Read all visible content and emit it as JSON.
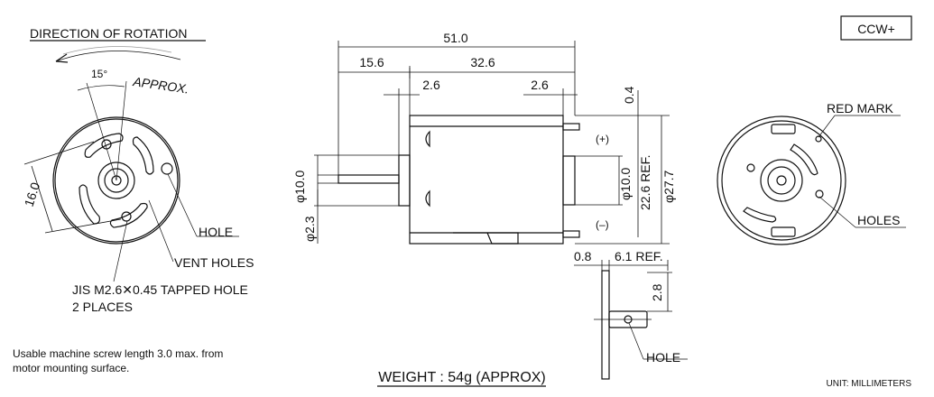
{
  "badge": "CCW+",
  "left_view": {
    "title": "DIRECTION OF ROTATION",
    "angle": "15°",
    "approx": "APPROX.",
    "dim_16": "16.0",
    "hole": "HOLE",
    "vent_holes": "VENT HOLES",
    "tapped_hole": "JIS M2.6✕0.45 TAPPED HOLE",
    "places": "2 PLACES"
  },
  "center_view": {
    "dim_total": "51.0",
    "dim_shaft": "15.6",
    "dim_body": "32.6",
    "dim_left_boss": "2.6",
    "dim_right_boss": "2.6",
    "dim_0_4": "0.4",
    "plus": "(+)",
    "minus": "(–)",
    "phi10_left": "φ10.0",
    "phi2_3": "φ2.3",
    "phi10_right": "φ10.0",
    "ref22_6": "22.6 REF.",
    "phi27_7": "φ27.7"
  },
  "terminal_view": {
    "dim_0_8": "0.8",
    "dim_6_1": "6.1 REF.",
    "dim_2_8": "2.8",
    "hole": "HOLE"
  },
  "right_view": {
    "red_mark": "RED MARK",
    "holes": "HOLES"
  },
  "notes": {
    "screw_line1": "Usable machine screw length 3.0 max. from",
    "screw_line2": "motor mounting surface.",
    "weight": "WEIGHT : 54g (APPROX)",
    "unit": "UNIT: MILLIMETERS"
  }
}
